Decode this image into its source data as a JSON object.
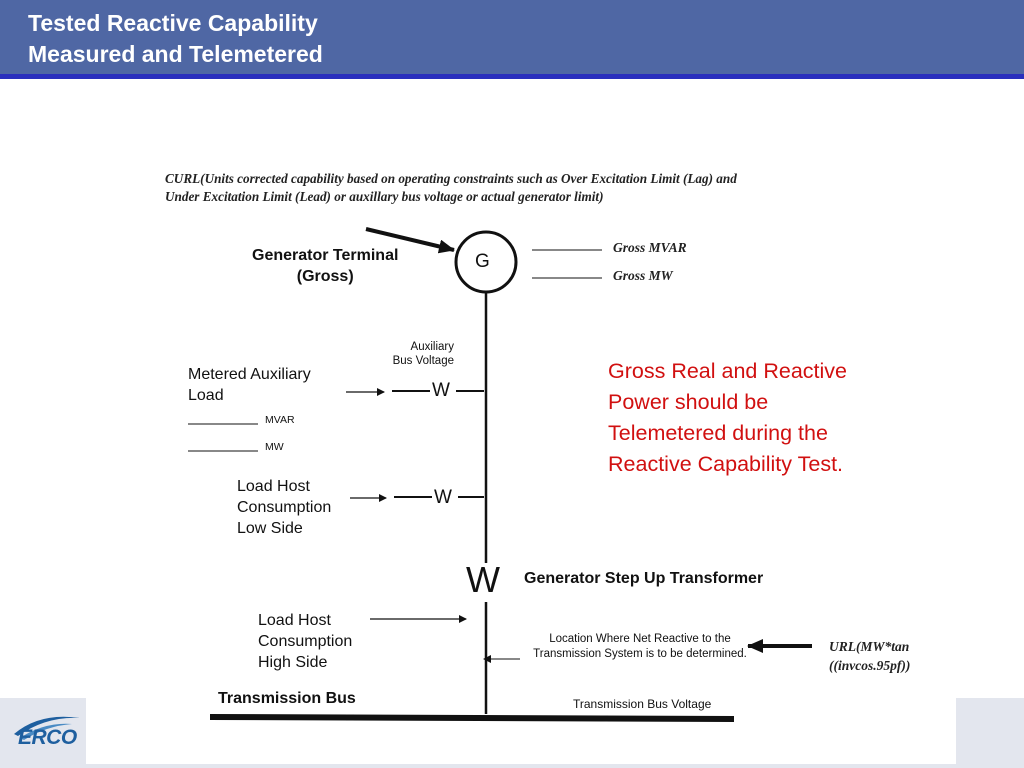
{
  "header": {
    "title_line1": "Tested Reactive Capability",
    "title_line2": "Measured and Telemetered"
  },
  "curl_note": {
    "line1": "CURL(Units corrected capability based on operating constraints such as Over Excitation Limit (Lag) and",
    "line2": "Under Excitation Limit (Lead) or auxillary bus voltage or actual generator limit)"
  },
  "generator": {
    "terminal_line1": "Generator Terminal",
    "terminal_line2": "(Gross)",
    "symbol": "G",
    "gross_mvar": "Gross MVAR",
    "gross_mw": "Gross MW"
  },
  "aux": {
    "voltage_line1": "Auxiliary",
    "voltage_line2": "Bus Voltage"
  },
  "metered_aux": {
    "line1": "Metered Auxiliary",
    "line2": "Load",
    "mvar": "MVAR",
    "mw": "MW",
    "meter": "W"
  },
  "load_host_low": {
    "line1": "Load Host",
    "line2": "Consumption",
    "line3": "Low Side",
    "meter": "W"
  },
  "transformer": {
    "symbol": "W",
    "label": "Generator Step Up Transformer"
  },
  "load_host_high": {
    "line1": "Load Host",
    "line2": "Consumption",
    "line3": "High Side"
  },
  "net_reactive": {
    "line1": "Location Where Net Reactive to the",
    "line2": "Transmission System is to be determined."
  },
  "url_note": {
    "line1": "URL(MW*tan",
    "line2": "((invcos.95pf))"
  },
  "transmission": {
    "bus_label": "Transmission Bus",
    "voltage_label": "Transmission Bus Voltage"
  },
  "callout": {
    "line1": "Gross Real and Reactive",
    "line2": "Power should be",
    "line3": "Telemetered during the",
    "line4": "Reactive Capability Test."
  },
  "footer": {
    "logo_text": "ERCO"
  },
  "colors": {
    "header_bg": "#4f67a4",
    "header_stripe": "#2a2fbd",
    "callout_text": "#d11010",
    "footer_bg": "#e3e6ee"
  }
}
